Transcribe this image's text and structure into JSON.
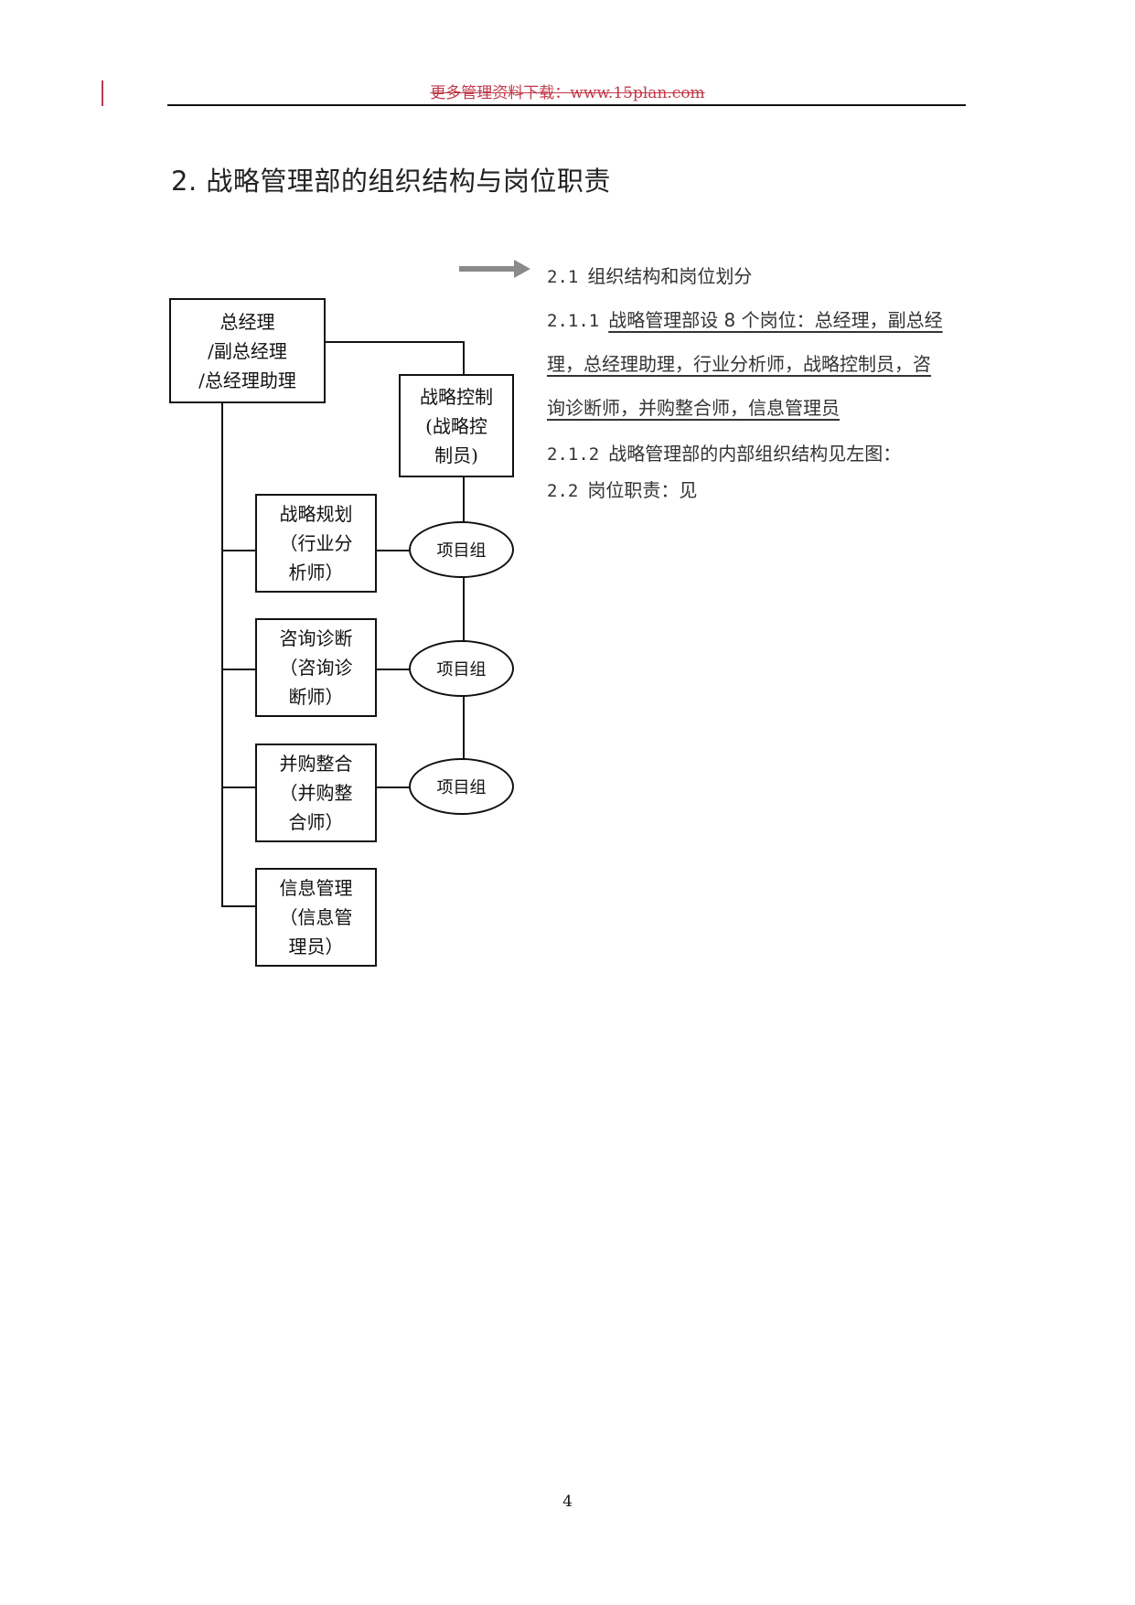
{
  "header": {
    "download_text": "更多管理资料下载：www.15plan.com"
  },
  "section": {
    "heading": "2.  战略管理部的组织结构与岗位职责"
  },
  "right_column": {
    "p1_num": "2.1",
    "p1_text": "组织结构和岗位划分",
    "p2_num": "2.1.1",
    "p2_line1": "战略管理部设 8 个岗位：总经理，副总经",
    "p2_line2": "理，总经理助理，行业分析师，战略控制员，咨",
    "p2_line3": "询诊断师，并购整合师，信息管理员",
    "p3_num": "2.1.2",
    "p3_text": "战略管理部的内部组织结构见左图：",
    "p4_num": "2.2",
    "p4_text": "岗位职责：见"
  },
  "org_chart": {
    "general_manager": "总经理\n/副总经理\n/总经理助理",
    "strategy_control": "战略控制\n(战略控\n制员)",
    "strategy_planning": "战略规划\n（行业分\n析师）",
    "consulting": "咨询诊断\n（咨询诊\n断师）",
    "mna": "并购整合\n（并购整\n合师）",
    "info_mgmt": "信息管理\n（信息管\n理员）",
    "project_group_1": "项目组",
    "project_group_2": "项目组",
    "project_group_3": "项目组"
  },
  "footer": {
    "page_number": "4"
  }
}
